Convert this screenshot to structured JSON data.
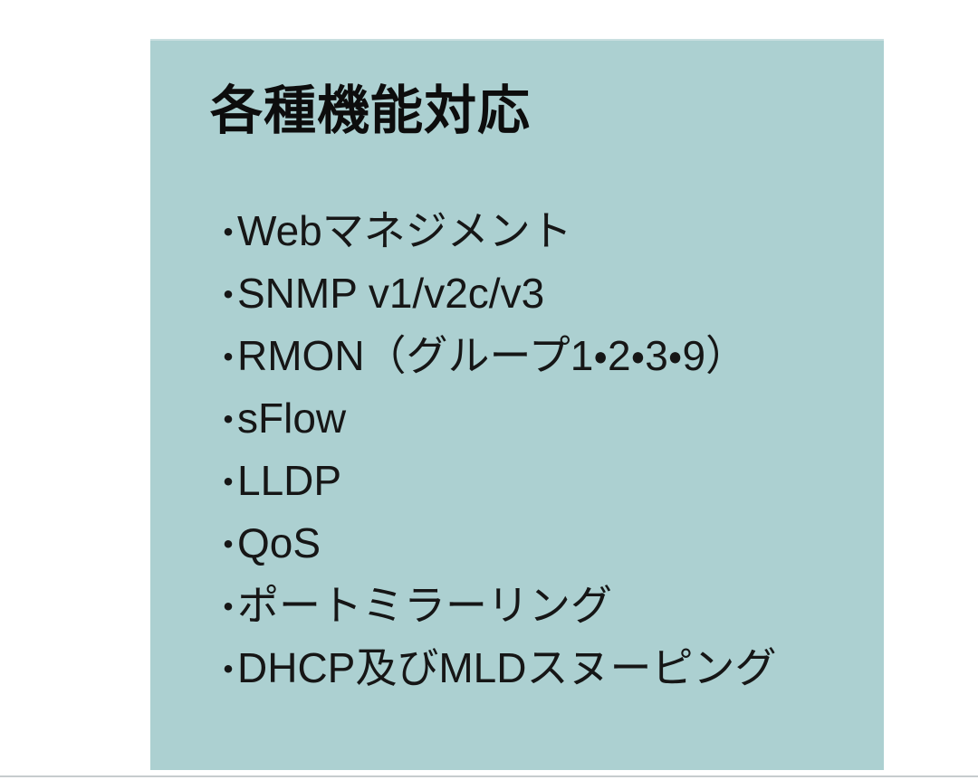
{
  "title": "各種機能対応",
  "list": {
    "bullet": "・",
    "items": [
      "Webマネジメント",
      "SNMP v1/v2c/v3",
      "RMON（グループ1・2・3・9）",
      "sFlow",
      "LLDP",
      "QoS",
      "ポートミラーリング",
      "DHCP及びMLDスヌーピング"
    ]
  },
  "colors": {
    "panel_background": "#acd0d1",
    "text": "#161616",
    "bottom_rule": "#c7ccce"
  }
}
